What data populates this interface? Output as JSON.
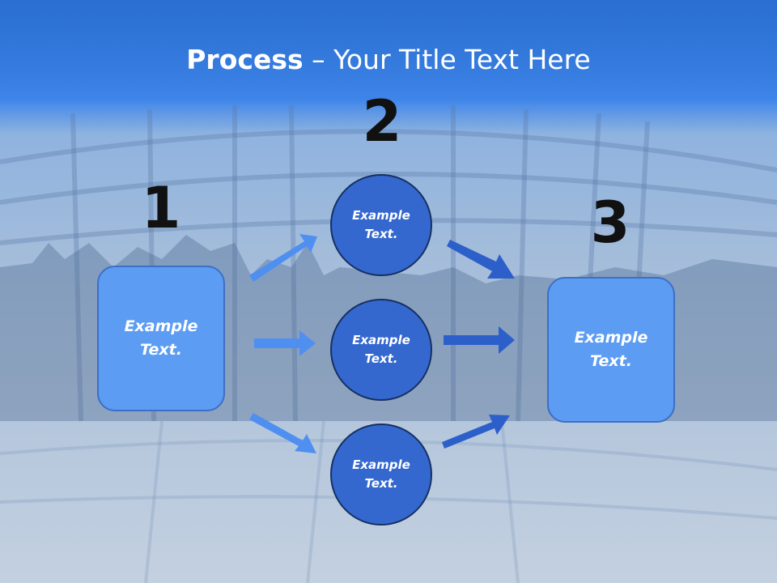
{
  "title": {
    "bold": "Process",
    "rest": " – Your Title Text Here"
  },
  "steps": [
    {
      "number": "1",
      "text": "Example Text."
    },
    {
      "number": "2",
      "text": ""
    },
    {
      "number": "3",
      "text": "Example Text."
    }
  ],
  "circles": [
    {
      "text": "Example Text."
    },
    {
      "text": "Example Text."
    },
    {
      "text": "Example Text."
    }
  ],
  "colors": {
    "header": "#2f73d8",
    "box_fill": "#5c9cf3",
    "circle_fill": "#3468cf",
    "arrow_light": "#4f8ff0",
    "arrow_dark": "#2c5fca"
  }
}
